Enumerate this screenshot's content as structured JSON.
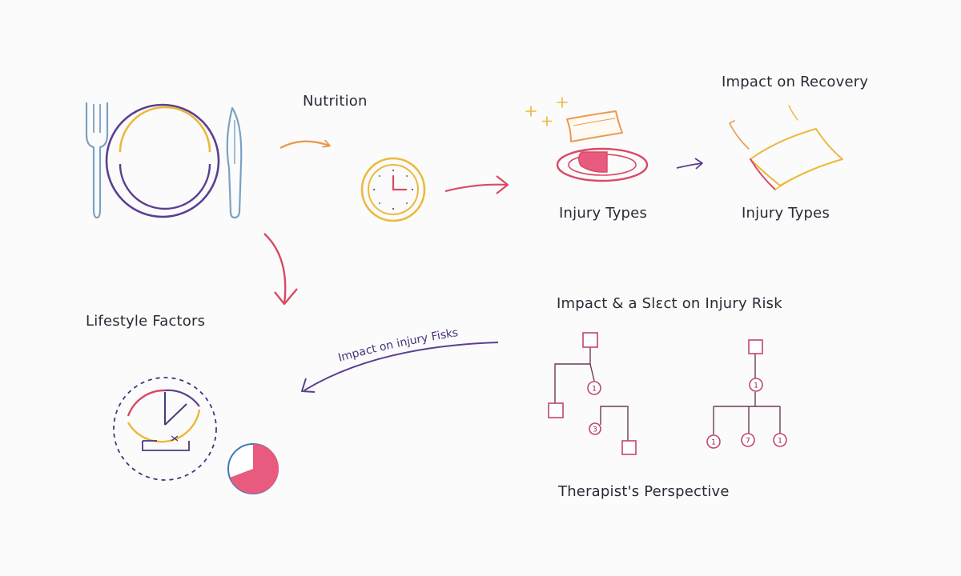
{
  "labels": {
    "nutrition": "Nutrition",
    "impact_recovery": "Impact on Recovery",
    "injury_types_1": "Injury Types",
    "injury_types_2": "Injury Types",
    "lifestyle": "Lifestyle Factors",
    "impact_select": "Impact & a Slɛct on Injury Risk",
    "therapist": "Therapist's Perspective",
    "curve_label": "Impact on injury Fisks"
  },
  "tree_node_labels": {
    "a": "1",
    "b": "3",
    "c": "1",
    "d": "1",
    "e": "7",
    "f": "1"
  },
  "colors": {
    "purple": "#5b3f8f",
    "yellow": "#ebb93a",
    "blue": "#7aa2c2",
    "orange": "#ea9a4d",
    "red": "#d94a63",
    "pink": "#e85a7e",
    "maroon": "#8c2a47"
  },
  "icons": [
    "plate-icon",
    "fork-icon",
    "knife-icon",
    "clock-icon",
    "pillow-icon",
    "pie-icon",
    "sparkle-icon",
    "tree-diagram-icon"
  ]
}
